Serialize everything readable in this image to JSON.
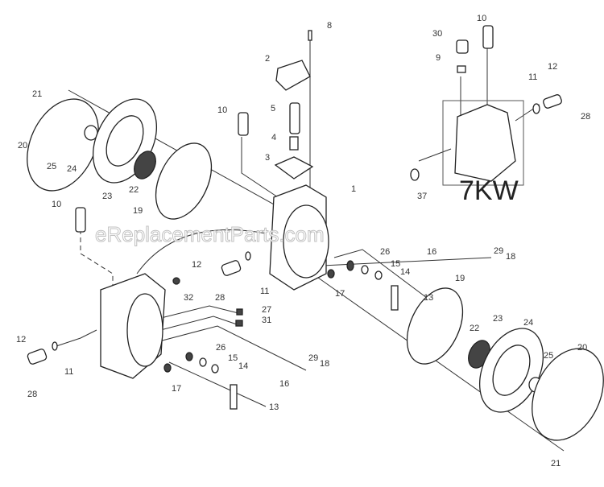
{
  "title": "Pump head exploded parts diagram",
  "variant_label": "7KW",
  "watermark": "eReplacementParts.com",
  "callouts": {
    "top": [
      "8",
      "2",
      "5",
      "4",
      "3",
      "1",
      "10"
    ],
    "left_diaphragm": [
      "21",
      "20",
      "25",
      "24",
      "23",
      "22",
      "19",
      "10"
    ],
    "kw_inset": [
      "30",
      "10",
      "9",
      "12",
      "11",
      "28",
      "37"
    ],
    "center": [
      "26",
      "15",
      "14",
      "16",
      "29",
      "18",
      "17",
      "13",
      "12",
      "11",
      "28",
      "32",
      "27",
      "31"
    ],
    "right_diaphragm": [
      "19",
      "22",
      "23",
      "24",
      "25",
      "20",
      "21"
    ],
    "lower_left": [
      "12",
      "11",
      "28",
      "26",
      "15",
      "14",
      "16",
      "29",
      "18",
      "17",
      "13"
    ]
  }
}
